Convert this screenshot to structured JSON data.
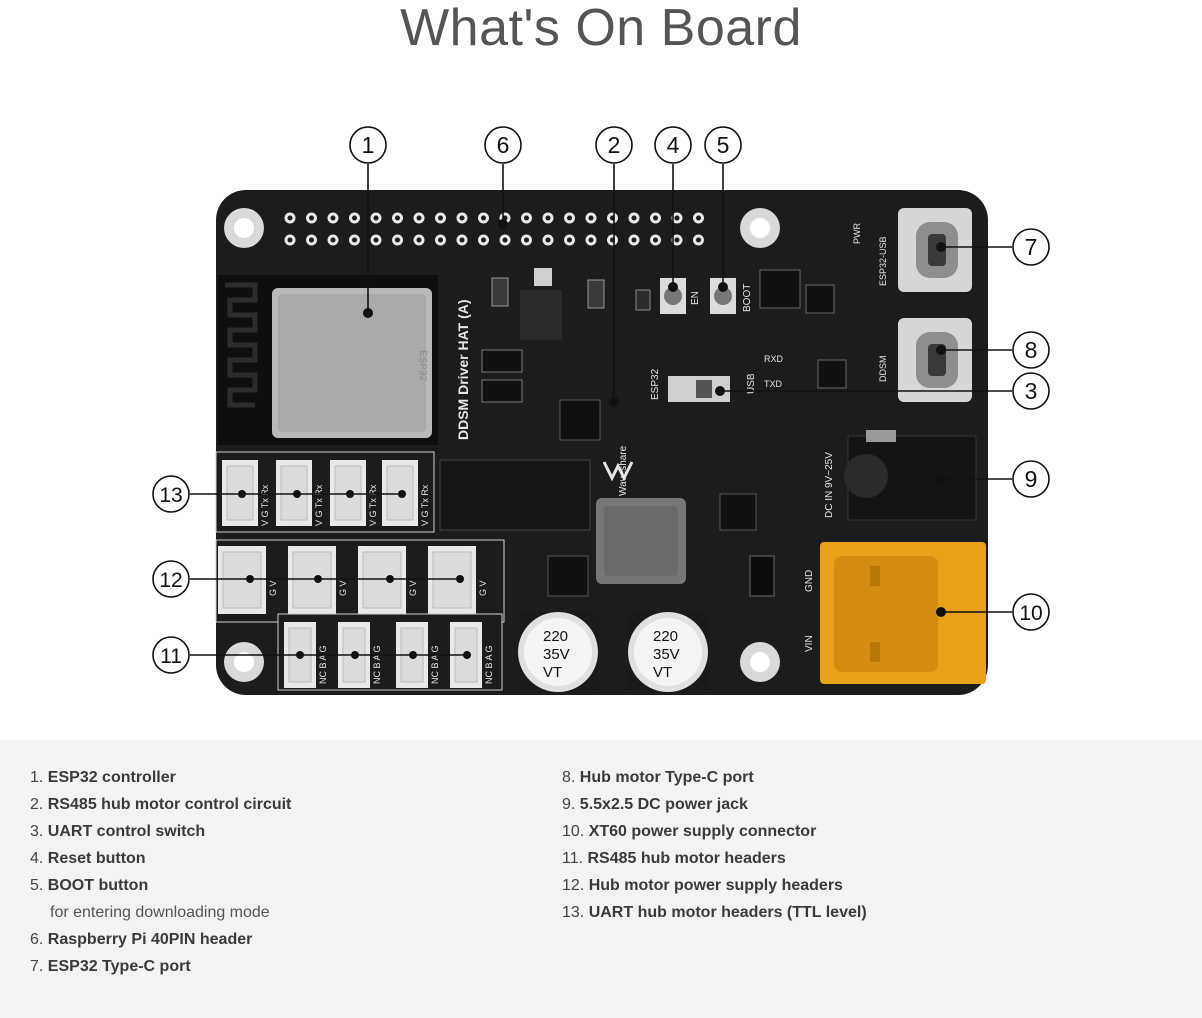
{
  "title": "What's On Board",
  "board": {
    "module_mark": "ESP32",
    "silk": {
      "name": "DDSM Driver HAT (A)",
      "brand": "Waveshare",
      "en": "EN",
      "boot": "BOOT",
      "pwr": "PWR",
      "esp32_usb": "ESP32-USB",
      "ddsm": "DDSM",
      "rxd": "RXD",
      "txd": "TXD",
      "esp32": "ESP32",
      "usb": "USB",
      "dc_in": "DC IN 9V~25V",
      "gnd": "GND",
      "vin": "VIN",
      "uart_hdr": "V G Tx Rx",
      "pwr_hdr": "G V",
      "rs485_hdr": "NC B A G"
    },
    "capacitor": {
      "l1": "220",
      "l2": "35V",
      "l3": "VT"
    }
  },
  "callouts": [
    "1",
    "6",
    "2",
    "4",
    "5",
    "7",
    "8",
    "3",
    "9",
    "10",
    "13",
    "12",
    "11"
  ],
  "legend": {
    "left": [
      {
        "num": "1.",
        "label": "ESP32 controller"
      },
      {
        "num": "2.",
        "label": "RS485 hub motor control circuit"
      },
      {
        "num": "3.",
        "label": "UART control switch"
      },
      {
        "num": "4.",
        "label": "Reset button"
      },
      {
        "num": "5.",
        "label": "BOOT button",
        "sub": "for entering downloading mode"
      },
      {
        "num": "6.",
        "label": "Raspberry Pi 40PIN header"
      },
      {
        "num": "7.",
        "label": "ESP32 Type-C port"
      }
    ],
    "right": [
      {
        "num": "8.",
        "label": "Hub motor Type-C port"
      },
      {
        "num": "9.",
        "label": "5.5x2.5 DC power jack"
      },
      {
        "num": "10.",
        "label": "XT60 power supply connector"
      },
      {
        "num": "11.",
        "label": "RS485 hub motor headers"
      },
      {
        "num": "12.",
        "label": "Hub motor power supply headers"
      },
      {
        "num": "13.",
        "label": "UART hub motor headers (TTL level)"
      }
    ]
  },
  "colors": {
    "board": "#1c1c1c",
    "xt60": "#e8a21a",
    "module": "#b9b9b9"
  }
}
